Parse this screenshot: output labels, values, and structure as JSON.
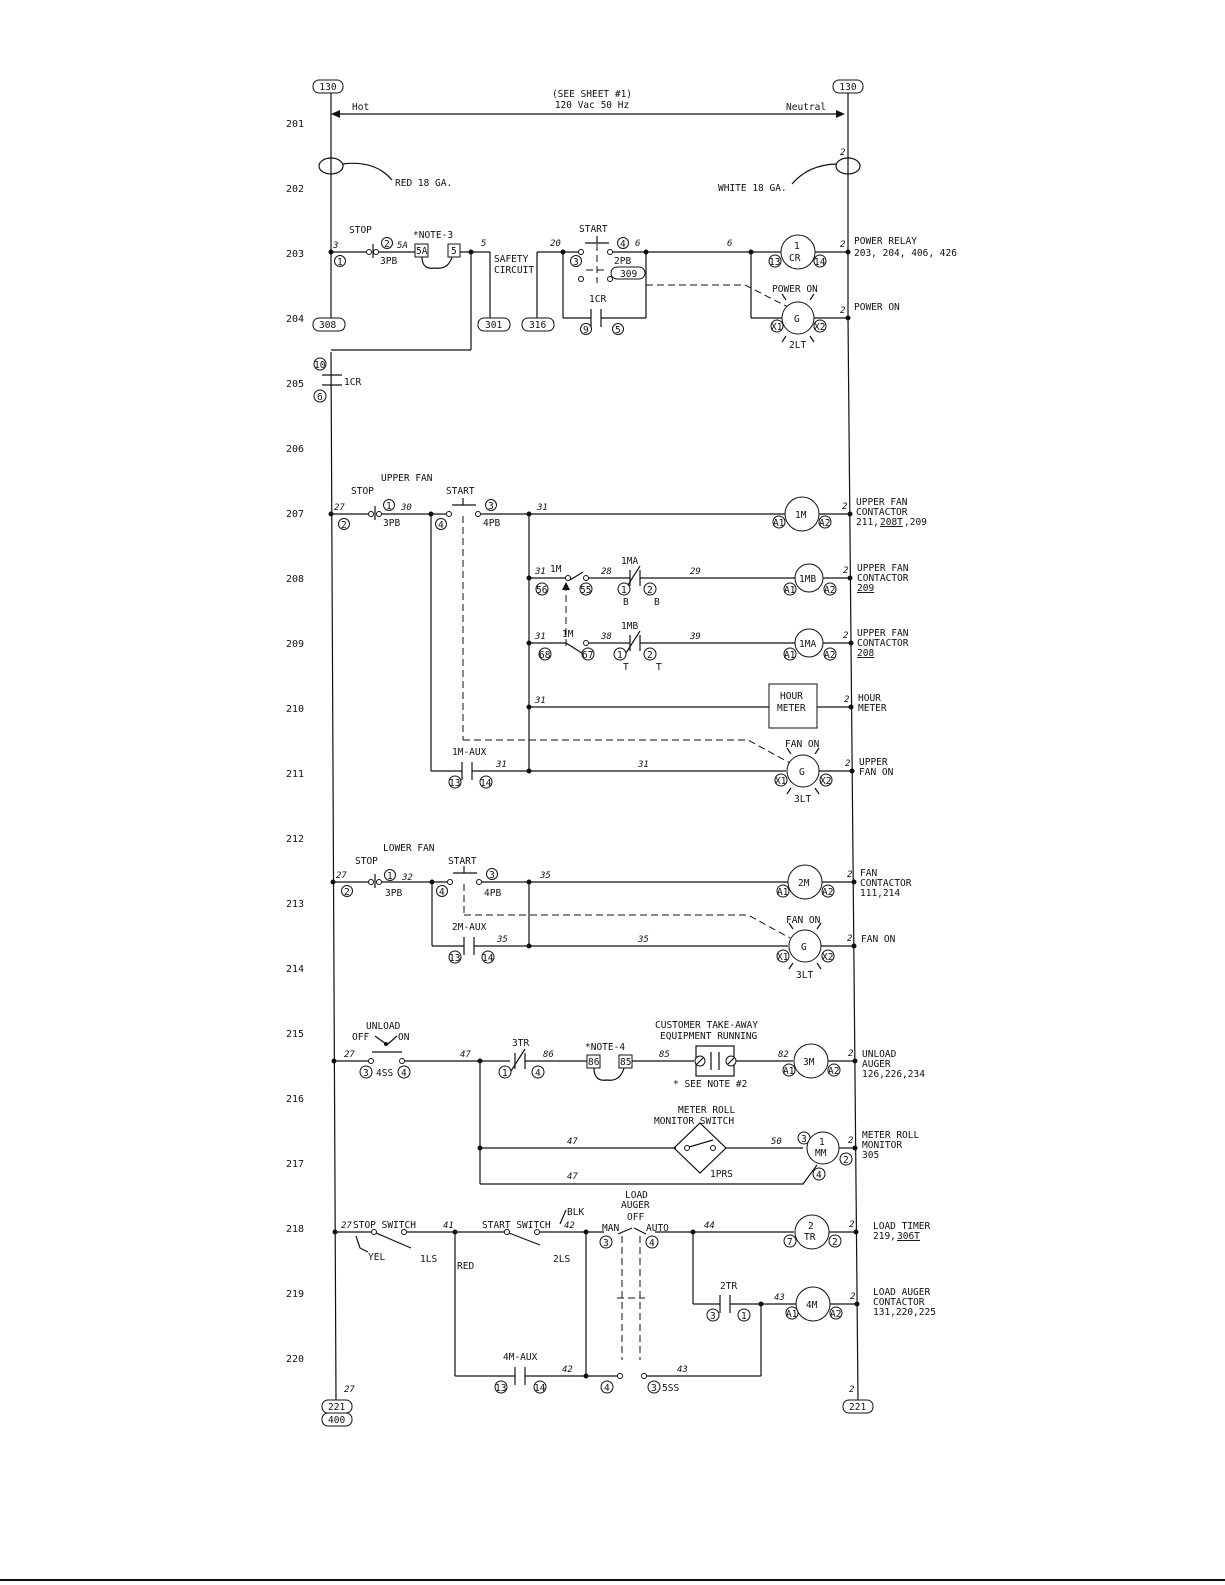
{
  "header": {
    "see_sheet": "(SEE SHEET #1)",
    "supply": "120 Vac 50 Hz",
    "hot": "Hot",
    "neutral": "Neutral",
    "tag_left": "130",
    "tag_right": "130"
  },
  "line_numbers": [
    "201",
    "202",
    "203",
    "204",
    "205",
    "206",
    "207",
    "208",
    "209",
    "210",
    "211",
    "212",
    "213",
    "214",
    "215",
    "216",
    "217",
    "218",
    "219",
    "220"
  ],
  "wire_gauges": {
    "red": "RED 18 GA.",
    "white": "WHITE 18 GA."
  },
  "rung_203": {
    "stop": "STOP",
    "pb": "3PB",
    "note3": "*NOTE-3",
    "t5a": "5A",
    "t5": "5",
    "safety1": "SAFETY",
    "safety2": "CIRCUIT",
    "start": "START",
    "pb2": "2PB",
    "cr_contact": "1CR",
    "ref_309": "309",
    "relay_top": "1",
    "relay_bot": "CR",
    "power_relay": "POWER RELAY",
    "power_relay_refs": "203, 204, 406, 426",
    "power_on_lamp": "POWER ON",
    "lamp_g": "G",
    "lamp_2lt": "2LT",
    "power_on": "POWER ON",
    "tags": [
      "308",
      "301",
      "316"
    ]
  },
  "rung_205": {
    "contact": "1CR"
  },
  "rung_207": {
    "upper_fan": "UPPER FAN",
    "stop": "STOP",
    "start": "START",
    "pb3": "3PB",
    "pb4": "4PB",
    "coil": "1M",
    "desc1": "UPPER FAN",
    "desc2": "CONTACTOR",
    "desc3a": "211,",
    "desc3b": "208T",
    "desc3c": ",209"
  },
  "rung_208": {
    "m": "1M",
    "ma": "1MA",
    "coil": "1MB",
    "desc1": "UPPER FAN",
    "desc2": "CONTACTOR",
    "desc3": "209"
  },
  "rung_209": {
    "m": "1M",
    "mb": "1MB",
    "coil": "1MA",
    "desc1": "UPPER FAN",
    "desc2": "CONTACTOR",
    "desc3": "208"
  },
  "rung_210": {
    "hour1": "HOUR",
    "hour2": "METER",
    "desc1": "HOUR",
    "desc2": "METER"
  },
  "rung_211": {
    "aux": "1M-AUX",
    "lamp": "FAN ON",
    "g": "G",
    "lt": "3LT",
    "desc1": "UPPER",
    "desc2": "FAN ON"
  },
  "rung_213": {
    "lower_fan": "LOWER FAN",
    "stop": "STOP",
    "start": "START",
    "pb3": "3PB",
    "pb4": "4PB",
    "coil": "2M",
    "desc1": "FAN",
    "desc2": "CONTACTOR",
    "desc3": "111,214"
  },
  "rung_214": {
    "aux": "2M-AUX",
    "lamp": "FAN ON",
    "g": "G",
    "lt": "3LT",
    "desc": "FAN ON"
  },
  "rung_215": {
    "unload": "UNLOAD",
    "off": "OFF",
    "on": "ON",
    "ss": "4SS",
    "tr": "3TR",
    "note4": "*NOTE-4",
    "t86": "86",
    "t85": "85",
    "cust1": "CUSTOMER TAKE-AWAY",
    "cust2": "EQUIPMENT RUNNING",
    "note2": "* SEE NOTE #2",
    "coil": "3M",
    "desc1": "UNLOAD",
    "desc2": "AUGER",
    "desc3": "126,226,234"
  },
  "rung_217": {
    "mr1": "METER ROLL",
    "mr2": "MONITOR SWITCH",
    "prs": "1PRS",
    "mm_top": "1",
    "mm_bot": "MM",
    "desc1": "METER ROLL",
    "desc2": "MONITOR",
    "desc3": "305"
  },
  "rung_218": {
    "stop_switch": "STOP SWITCH",
    "yel": "YEL",
    "ls1": "1LS",
    "red": "RED",
    "start_switch": "START SWITCH",
    "blk": "BLK",
    "ls2": "2LS",
    "load": "LOAD",
    "auger": "AUGER",
    "off": "OFF",
    "man": "MAN",
    "auto": "AUTO",
    "tr_top": "2",
    "tr_bot": "TR",
    "desc1": "LOAD TIMER",
    "desc2a": "219,",
    "desc2b": "306T"
  },
  "rung_219": {
    "tr": "2TR",
    "coil": "4M",
    "desc1": "LOAD AUGER",
    "desc2": "CONTACTOR",
    "desc3": "131,220,225"
  },
  "rung_220": {
    "aux": "4M-AUX",
    "sss": "5SS"
  },
  "footer": {
    "tag_left_1": "221",
    "tag_left_2": "400",
    "tag_right": "221"
  },
  "wire_numbers": {
    "n2": "2",
    "n3": "3",
    "n5": "5",
    "n5a": "5A",
    "n6": "6",
    "n20": "20",
    "n27": "27",
    "n28": "28",
    "n29": "29",
    "n30": "30",
    "n31": "31",
    "n32": "32",
    "n35": "35",
    "n38": "38",
    "n39": "39",
    "n41": "41",
    "n42": "42",
    "n43": "43",
    "n44": "44",
    "n47": "47",
    "n50": "50",
    "n82": "82",
    "n85": "85",
    "n86": "86"
  },
  "terminals": {
    "t1": "1",
    "t2": "2",
    "t3": "3",
    "t4": "4",
    "t5": "5",
    "t6": "6",
    "t7": "7",
    "t9": "9",
    "t10": "10",
    "t13": "13",
    "t14": "14",
    "t55": "55",
    "t56": "56",
    "t67": "67",
    "t68": "68",
    "a1": "A1",
    "a2": "A2",
    "x1": "X1",
    "x2": "X2",
    "b": "B",
    "t": "T"
  }
}
